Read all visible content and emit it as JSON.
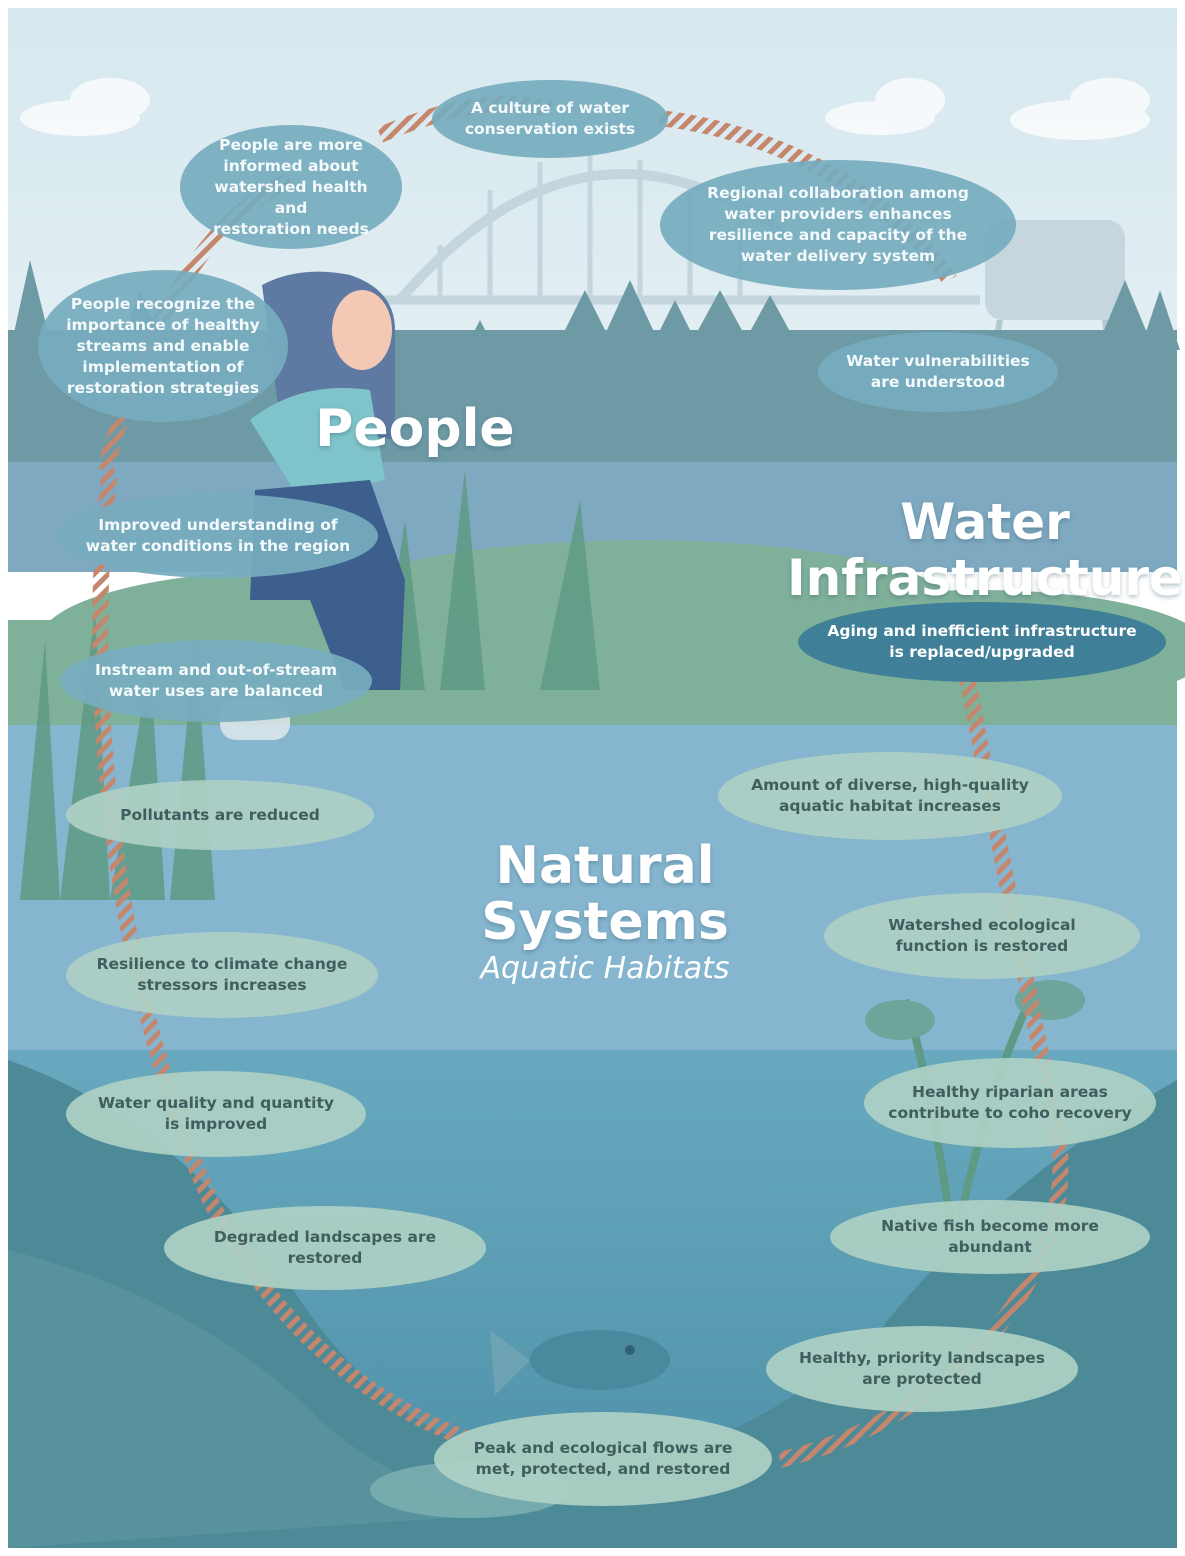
{
  "colors": {
    "sky": "#dbe9ef",
    "water_surface": "#7ea9c0",
    "water_deep": "#5b98b0",
    "bank": "#4f8a95",
    "connector": "#c5866e",
    "bubble_people": "#76acbe",
    "bubble_infrastructure": "#3f7f98",
    "bubble_natural": "#aed0c4"
  },
  "sections": {
    "people": {
      "title": "People"
    },
    "water_infrastructure": {
      "title_line1": "Water",
      "title_line2": "Infrastructure"
    },
    "natural_systems": {
      "title_line1": "Natural",
      "title_line2": "Systems",
      "subtitle": "Aquatic Habitats"
    }
  },
  "outcomes": [
    {
      "id": "conservation",
      "lines": [
        "A culture of water",
        "conservation exists"
      ]
    },
    {
      "id": "informed",
      "lines": [
        "People are more",
        "informed about",
        "watershed health and",
        "restoration needs"
      ]
    },
    {
      "id": "collaboration",
      "lines": [
        "Regional collaboration among",
        "water providers enhances",
        "resilience and capacity of the",
        "water delivery system"
      ]
    },
    {
      "id": "recognize",
      "lines": [
        "People recognize the",
        "importance of healthy",
        "streams and enable",
        "implementation of",
        "restoration strategies"
      ]
    },
    {
      "id": "vulnerabilities",
      "lines": [
        "Water vulnerabilities",
        "are understood"
      ]
    },
    {
      "id": "understanding",
      "lines": [
        "Improved understanding of",
        "water conditions in the region"
      ]
    },
    {
      "id": "aging",
      "lines": [
        "Aging and inefficient infrastructure",
        "is replaced/upgraded"
      ]
    },
    {
      "id": "instream",
      "lines": [
        "Instream and out-of-stream",
        "water uses are balanced"
      ]
    },
    {
      "id": "habitat",
      "lines": [
        "Amount of diverse, high-quality",
        "aquatic habitat increases"
      ]
    },
    {
      "id": "pollutants",
      "lines": [
        "Pollutants are reduced"
      ]
    },
    {
      "id": "watershed",
      "lines": [
        "Watershed ecological",
        "function is restored"
      ]
    },
    {
      "id": "resilience",
      "lines": [
        "Resilience to climate change",
        "stressors increases"
      ]
    },
    {
      "id": "quality",
      "lines": [
        "Water quality and quantity",
        "is improved"
      ]
    },
    {
      "id": "riparian",
      "lines": [
        "Healthy riparian areas",
        "contribute to coho recovery"
      ]
    },
    {
      "id": "degraded",
      "lines": [
        "Degraded landscapes are restored"
      ]
    },
    {
      "id": "fish",
      "lines": [
        "Native fish become more abundant"
      ]
    },
    {
      "id": "priority",
      "lines": [
        "Healthy, priority landscapes",
        "are protected"
      ]
    },
    {
      "id": "flows",
      "lines": [
        "Peak and ecological flows are",
        "met, protected, and restored"
      ]
    }
  ]
}
